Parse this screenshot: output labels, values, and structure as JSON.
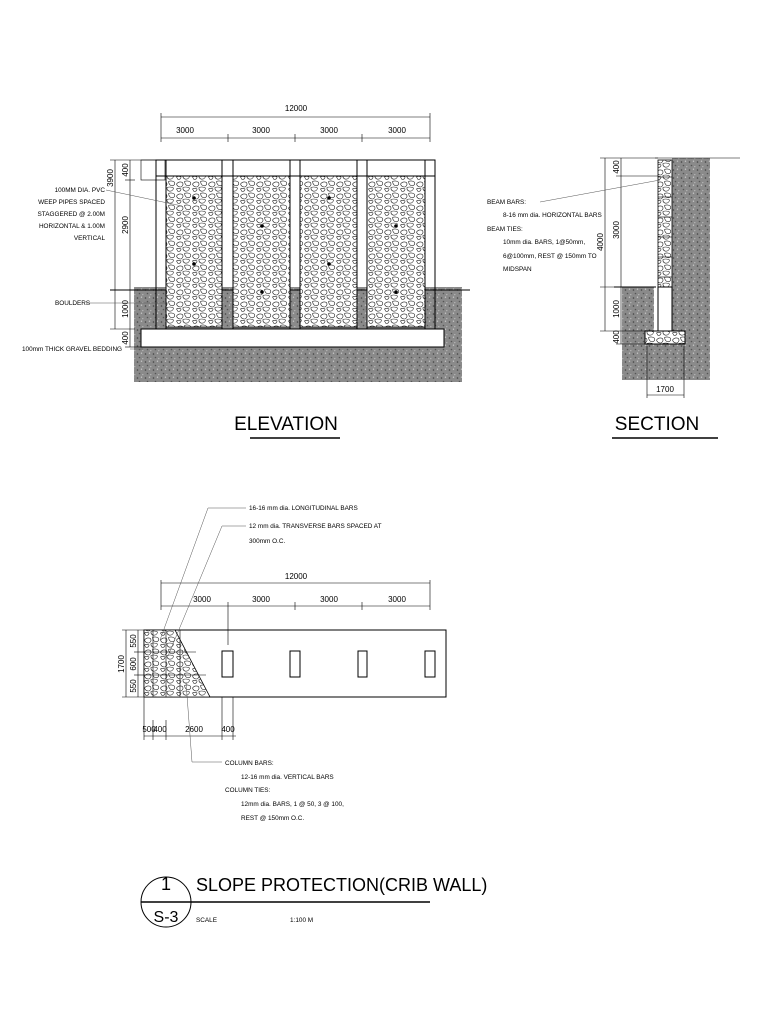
{
  "elevation": {
    "title": "ELEVATION",
    "dim_total": "12000",
    "dim_bays": [
      "3000",
      "3000",
      "3000",
      "3000"
    ],
    "dim_left": {
      "overall": "3900",
      "top": "400",
      "mid": "2900",
      "low": "1000",
      "base": "400"
    },
    "notes": {
      "weep_pipes": [
        "100MM DIA. PVC",
        "WEEP PIPES SPACED",
        "STAGGERED @ 2.00M",
        "HORIZONTAL & 1.00M",
        "VERTICAL"
      ],
      "boulders": "BOULDERS",
      "gravel": "100mm THICK GRAVEL BEDDING"
    }
  },
  "section": {
    "title": "SECTION",
    "dim_left": {
      "overall": "4000",
      "top": "400",
      "mid": "3000",
      "low": "1000",
      "base": "400"
    },
    "dim_bottom": "1700",
    "notes": [
      "BEAM BARS:",
      "8-16 mm dia. HORIZONTAL BARS",
      "BEAM TIES:",
      "10mm dia. BARS, 1@50mm,",
      "6@100mm, REST @ 150mm TO",
      "MIDSPAN"
    ]
  },
  "plan": {
    "dim_total": "12000",
    "dim_bays": [
      "3000",
      "3000",
      "3000",
      "3000"
    ],
    "dim_left": {
      "overall": "1700",
      "rows": [
        "550",
        "600",
        "550"
      ]
    },
    "dim_bottom": [
      "500",
      "400",
      "2600",
      "400"
    ],
    "notes_top": [
      "16-16 mm dia. LONGITUDINAL BARS",
      "12 mm dia. TRANSVERSE BARS SPACED AT",
      "300mm O.C."
    ],
    "notes_bottom": [
      "COLUMN BARS:",
      "12-16 mm dia. VERTICAL BARS",
      "COLUMN TIES:",
      "12mm dia. BARS, 1 @ 50, 3 @ 100,",
      "REST @ 150mm O.C."
    ]
  },
  "title_block": {
    "number": "1",
    "sheet": "S-3",
    "title": "SLOPE PROTECTION(CRIB WALL)",
    "scale_label": "SCALE",
    "scale_value": "1:100 M"
  }
}
